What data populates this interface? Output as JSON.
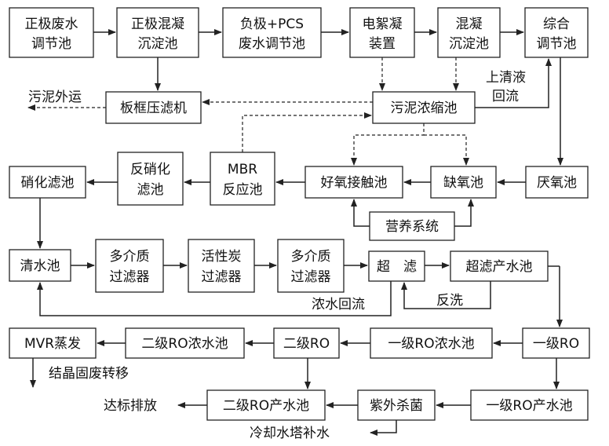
{
  "nodes": {
    "zj_tank": [
      "正极废水",
      "调节池"
    ],
    "zj_settle": [
      "正极混凝",
      "沉淀池"
    ],
    "fj_tank": [
      "负极+PCS",
      "废水调节池"
    ],
    "electro": [
      "电絮凝",
      "装置"
    ],
    "mix_settle": [
      "混凝",
      "沉淀池"
    ],
    "zh_tank": [
      "综合",
      "调节池"
    ],
    "filter_press": [
      "板框压滤机"
    ],
    "sludge_tank": [
      "污泥浓缩池"
    ],
    "nitr": [
      "硝化滤池"
    ],
    "denitr": [
      "反硝化",
      "滤池"
    ],
    "mbr": [
      "MBR",
      "反应池"
    ],
    "aerobic": [
      "好氧接触池"
    ],
    "anoxic": [
      "缺氧池"
    ],
    "anaerobic": [
      "厌氧池"
    ],
    "nutrient": [
      "营养系统"
    ],
    "clear": [
      "清水池"
    ],
    "mmf1": [
      "多介质",
      "过滤器"
    ],
    "carbon": [
      "活性炭",
      "过滤器"
    ],
    "mmf2": [
      "多介质",
      "过滤器"
    ],
    "uf": [
      "超　滤"
    ],
    "uf_tank": [
      "超滤产水池"
    ],
    "mvr": [
      "MVR蒸发"
    ],
    "ro2_conc": [
      "二级RO浓水池"
    ],
    "ro2": [
      "二级RO"
    ],
    "ro1_conc": [
      "一级RO浓水池"
    ],
    "ro1": [
      "一级RO"
    ],
    "ro2_prod": [
      "二级RO产水池"
    ],
    "uv": [
      "紫外杀菌"
    ],
    "ro1_prod": [
      "一级RO产水池"
    ]
  },
  "labels": {
    "sludge_out": "污泥外运",
    "supernatant": [
      "上清液",
      "回流"
    ],
    "conc_return": "浓水回流",
    "backwash": "反洗",
    "crystal": "结晶固废转移",
    "discharge": "达标排放",
    "cooling": "冷却水塔补水"
  }
}
